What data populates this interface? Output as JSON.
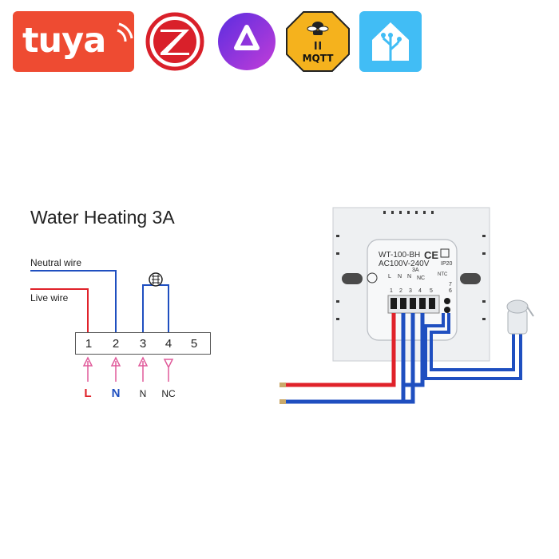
{
  "logos": {
    "tuya": "tuya",
    "zigbee": "zigbee-icon",
    "alexa": "alexa-icon",
    "mqtt": "MQTT",
    "home_assistant": "home-assistant-icon"
  },
  "diagram": {
    "title": "Water Heating 3A",
    "neutral_wire_label": "Neutral wire",
    "live_wire_label": "Live wire",
    "terminals": [
      "1",
      "2",
      "3",
      "4",
      "5"
    ],
    "bottom_labels": {
      "t1": "L",
      "t2": "N",
      "t3": "N",
      "t4": "NC"
    }
  },
  "device": {
    "model": "WT-100-BH",
    "voltage": "AC100V-240V",
    "ce_mark": "CE",
    "ip_rating": "IP20",
    "current": "3A",
    "ntc_label": "NTC",
    "pin_labels": [
      "L",
      "N",
      "N",
      "NC"
    ],
    "pin_numbers": [
      "1",
      "2",
      "3",
      "4",
      "5"
    ],
    "ntc_pins": [
      "7",
      "6"
    ]
  },
  "colors": {
    "live": "#e0222a",
    "neutral": "#1f4fc0",
    "arrow": "#e05a9a",
    "tuya_bg": "#ee4b32",
    "home_assistant_bg": "#41bdf5"
  }
}
